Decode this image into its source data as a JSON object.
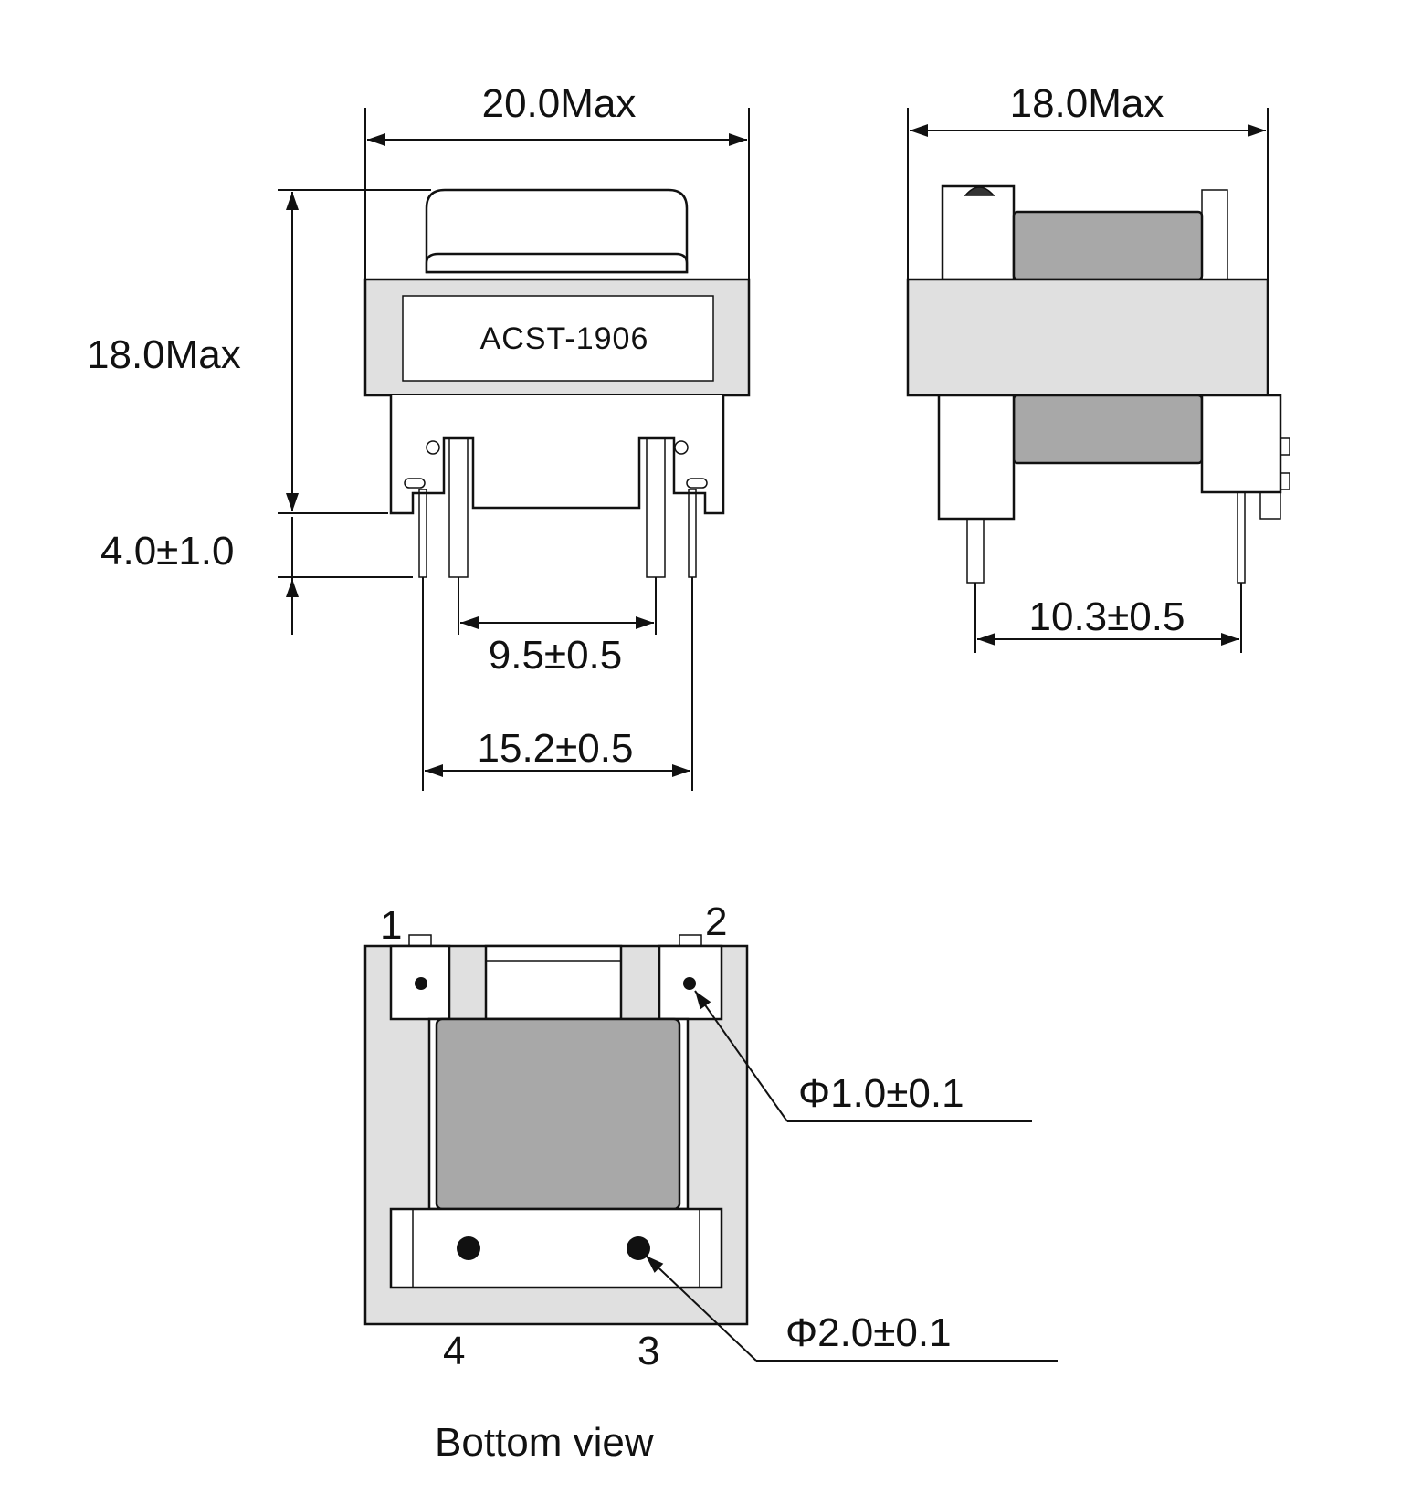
{
  "front_view": {
    "width_dim": "20.0Max",
    "height_dim": "18.0Max",
    "pin_length_dim": "4.0±1.0",
    "inner_pin_pitch_dim": "9.5±0.5",
    "outer_pin_pitch_dim": "15.2±0.5",
    "label_text": "ACST-1906"
  },
  "side_view": {
    "depth_dim": "18.0Max",
    "pin_pitch_dim": "10.3±0.5"
  },
  "bottom_view": {
    "caption": "Bottom view",
    "pin_1": "1",
    "pin_2": "2",
    "pin_3": "3",
    "pin_4": "4",
    "small_hole_dim": "Φ1.0±0.1",
    "large_hole_dim": "Φ2.0±0.1"
  },
  "colors": {
    "bobbin_gray": "#e0e0e0",
    "core_gray": "#a8a8a8",
    "line": "#111111"
  }
}
